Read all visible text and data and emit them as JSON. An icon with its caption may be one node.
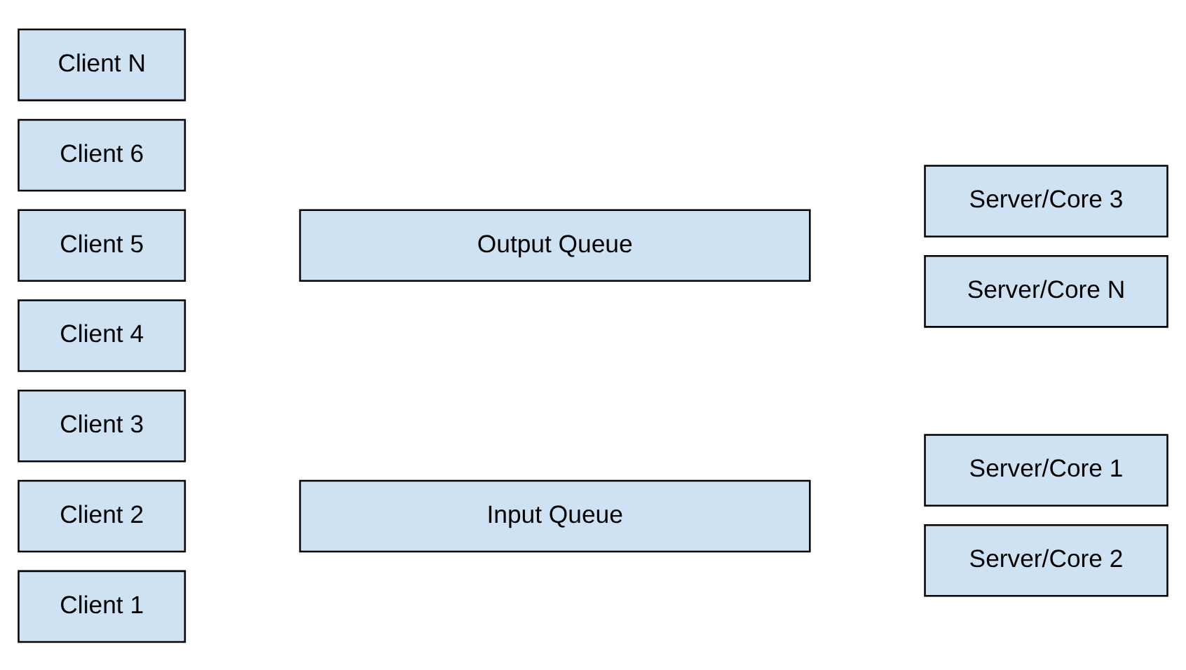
{
  "diagram": {
    "nodes": [
      {
        "text": [
          "Client 1"
        ]
      },
      {
        "text": [
          "Client 2"
        ]
      },
      {
        "text": [
          "Client 3"
        ]
      },
      {
        "text": [
          "Client 4"
        ]
      },
      {
        "text": [
          "Client 5"
        ]
      },
      {
        "text": [
          "Client 6"
        ]
      },
      {
        "text": [
          "Client N"
        ]
      },
      {
        "text": [
          "Input Queue"
        ]
      },
      {
        "text": [
          "Output Queue"
        ]
      },
      {
        "text": [
          "Server/Core 1"
        ]
      },
      {
        "text": [
          "Server/Core 2"
        ]
      },
      {
        "text": [
          "Server/Core 3"
        ]
      },
      {
        "text": [
          "Server/Core N"
        ]
      }
    ],
    "edges": []
  }
}
